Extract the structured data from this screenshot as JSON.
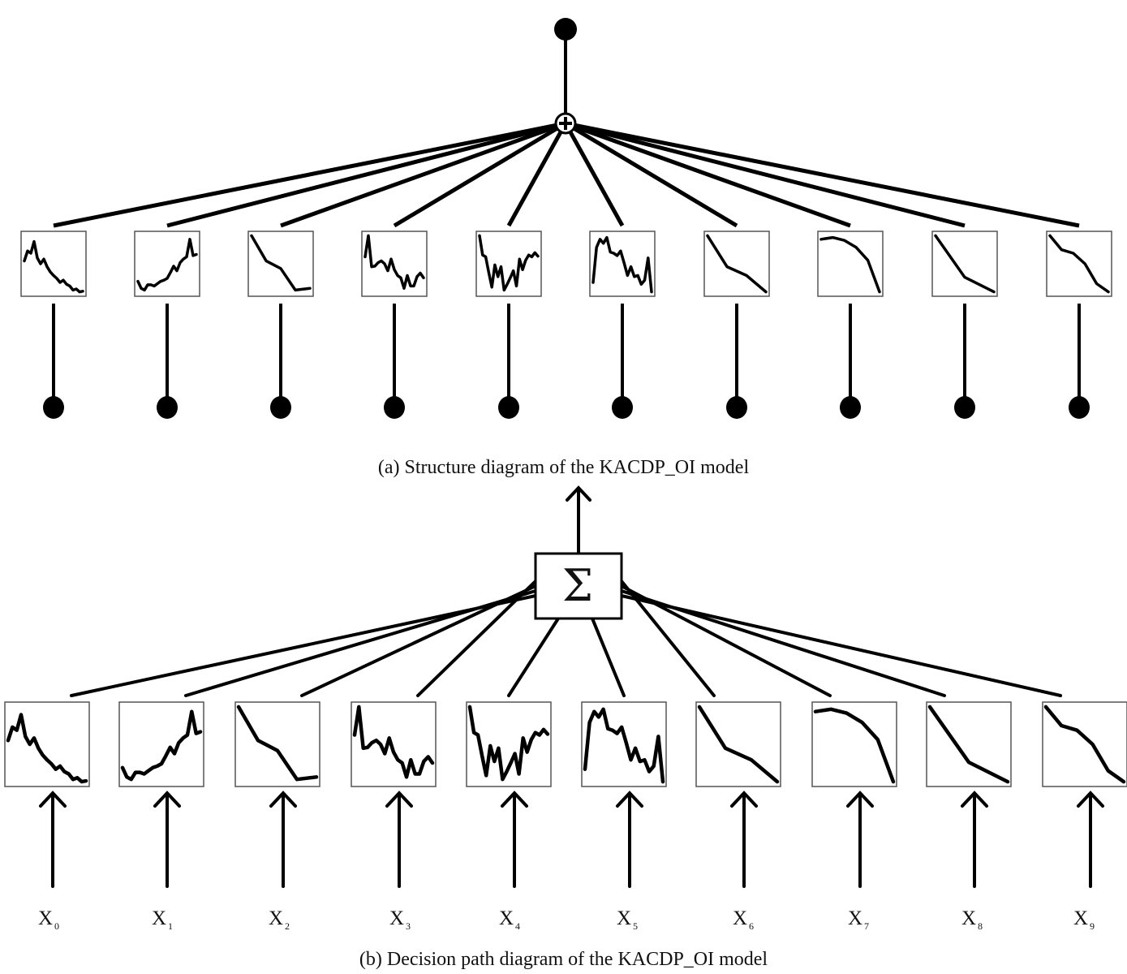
{
  "diagram_a": {
    "caption": "(a) Structure diagram of the KACDP_OI model",
    "output_node": "filled-circle",
    "aggregator_symbol": "⊕",
    "input_node": "filled-circle"
  },
  "diagram_b": {
    "caption": "(b) Decision path diagram of the KACDP_OI model",
    "aggregator_symbol": "Σ",
    "output_arrow": "up-arrow",
    "inputs": [
      {
        "name": "X",
        "sub": "0"
      },
      {
        "name": "X",
        "sub": "1"
      },
      {
        "name": "X",
        "sub": "2"
      },
      {
        "name": "X",
        "sub": "3"
      },
      {
        "name": "X",
        "sub": "4"
      },
      {
        "name": "X",
        "sub": "5"
      },
      {
        "name": "X",
        "sub": "6"
      },
      {
        "name": "X",
        "sub": "7"
      },
      {
        "name": "X",
        "sub": "8"
      },
      {
        "name": "X",
        "sub": "9"
      }
    ]
  },
  "activation_curves": [
    [
      0.55,
      0.72,
      0.68,
      0.88,
      0.6,
      0.5,
      0.58,
      0.45,
      0.36,
      0.3,
      0.25,
      0.18,
      0.22,
      0.15,
      0.12,
      0.05,
      0.07,
      0.02,
      0.03
    ],
    [
      0.2,
      0.08,
      0.05,
      0.14,
      0.14,
      0.12,
      0.16,
      0.2,
      0.22,
      0.25,
      0.35,
      0.46,
      0.38,
      0.52,
      0.58,
      0.62,
      0.92,
      0.64,
      0.66
    ],
    [
      0.98,
      0.55,
      0.42,
      0.05,
      0.08
    ],
    [
      0.62,
      0.98,
      0.45,
      0.46,
      0.52,
      0.55,
      0.5,
      0.38,
      0.58,
      0.4,
      0.3,
      0.26,
      0.08,
      0.3,
      0.12,
      0.12,
      0.28,
      0.34,
      0.26
    ],
    [
      0.98,
      0.65,
      0.62,
      0.35,
      0.1,
      0.48,
      0.28,
      0.45,
      0.05,
      0.15,
      0.26,
      0.38,
      0.12,
      0.58,
      0.4,
      0.56,
      0.65,
      0.62,
      0.69,
      0.63
    ],
    [
      0.18,
      0.78,
      0.92,
      0.85,
      0.95,
      0.7,
      0.68,
      0.64,
      0.72,
      0.52,
      0.3,
      0.45,
      0.28,
      0.3,
      0.15,
      0.22,
      0.6,
      0.02
    ],
    [
      0.98,
      0.45,
      0.3,
      0.02
    ],
    [
      0.92,
      0.95,
      0.9,
      0.78,
      0.56,
      0.02
    ],
    [
      0.98,
      0.27,
      0.02
    ],
    [
      0.98,
      0.74,
      0.68,
      0.5,
      0.16,
      0.02
    ]
  ],
  "colors": {
    "stroke": "#000000",
    "box_border": "#555555",
    "background": "#ffffff"
  }
}
